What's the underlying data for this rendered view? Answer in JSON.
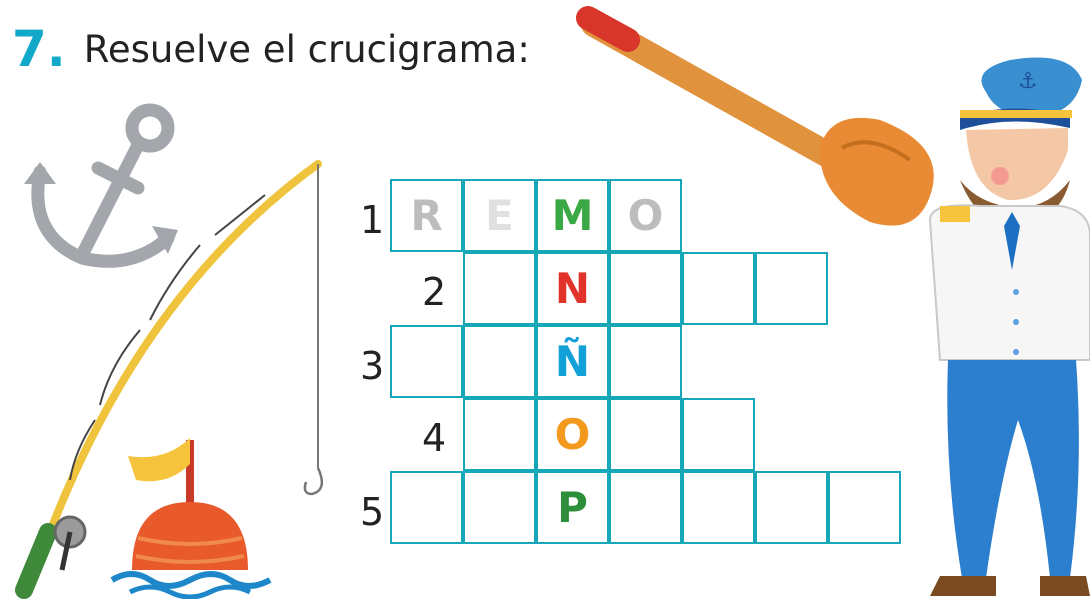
{
  "exercise": {
    "number": "7.",
    "instruction": "Resuelve el crucigrama:"
  },
  "crossword": {
    "rows": [
      {
        "label": "1",
        "cells": [
          "R",
          "E",
          "M",
          "O"
        ]
      },
      {
        "label": "2",
        "cells": [
          "",
          "N",
          "",
          "",
          ""
        ]
      },
      {
        "label": "3",
        "cells": [
          "",
          "",
          "Ñ",
          ""
        ]
      },
      {
        "label": "4",
        "cells": [
          "",
          "O",
          "",
          ""
        ]
      },
      {
        "label": "5",
        "cells": [
          "",
          "",
          "P",
          "",
          "",
          "",
          ""
        ]
      }
    ]
  },
  "colors": {
    "number": "#12a8c9",
    "grid": "#16a8b8",
    "hint_letter": "#bdbdbd",
    "letter_m": "#3aa845",
    "letter_n": "#e2332b",
    "letter_ntilde": "#12a0d8",
    "letter_o": "#f39a1e",
    "letter_p": "#2d8f3a"
  },
  "illustrations": [
    "anchor-icon",
    "fishing-rod-icon",
    "buoy-icon",
    "oar-icon",
    "captain-icon"
  ]
}
